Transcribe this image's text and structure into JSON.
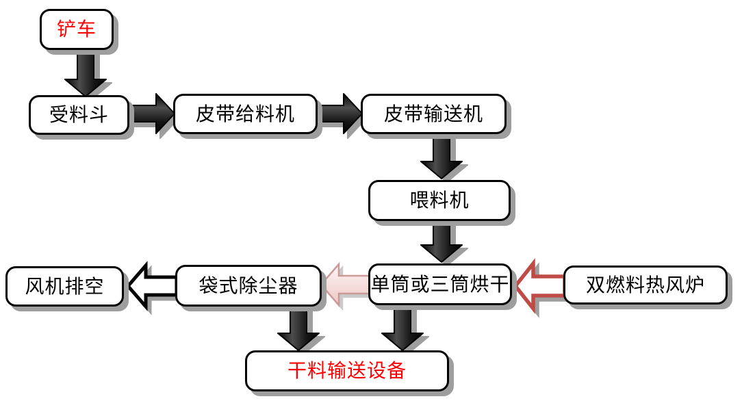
{
  "diagram": {
    "type": "flowchart",
    "language": "zh-CN",
    "nodes": [
      {
        "id": "loader",
        "label": "铲车",
        "emphasis": "red"
      },
      {
        "id": "hopper",
        "label": "受料斗",
        "emphasis": "black"
      },
      {
        "id": "belt-feeder",
        "label": "皮带给料机",
        "emphasis": "black"
      },
      {
        "id": "belt-conveyor",
        "label": "皮带输送机",
        "emphasis": "black"
      },
      {
        "id": "feeder",
        "label": "喂料机",
        "emphasis": "black"
      },
      {
        "id": "dryer",
        "label": "单筒或三筒烘干",
        "emphasis": "black"
      },
      {
        "id": "hot-air-furnace",
        "label": "双燃料热风炉",
        "emphasis": "black"
      },
      {
        "id": "bag-filter",
        "label": "袋式除尘器",
        "emphasis": "black"
      },
      {
        "id": "fan-exhaust",
        "label": "风机排空",
        "emphasis": "black"
      },
      {
        "id": "dry-material-conveyor",
        "label": "干料输送设备",
        "emphasis": "red"
      }
    ],
    "edges": [
      {
        "from": "loader",
        "to": "hopper",
        "style": "solid-black",
        "direction": "down"
      },
      {
        "from": "hopper",
        "to": "belt-feeder",
        "style": "solid-black",
        "direction": "right"
      },
      {
        "from": "belt-feeder",
        "to": "belt-conveyor",
        "style": "solid-black",
        "direction": "right"
      },
      {
        "from": "belt-conveyor",
        "to": "feeder",
        "style": "solid-black",
        "direction": "down"
      },
      {
        "from": "feeder",
        "to": "dryer",
        "style": "solid-black",
        "direction": "down"
      },
      {
        "from": "hot-air-furnace",
        "to": "dryer",
        "style": "hollow-red",
        "direction": "left"
      },
      {
        "from": "dryer",
        "to": "bag-filter",
        "style": "pink",
        "direction": "left"
      },
      {
        "from": "bag-filter",
        "to": "fan-exhaust",
        "style": "hollow-black",
        "direction": "left"
      },
      {
        "from": "bag-filter",
        "to": "dry-material-conveyor",
        "style": "solid-black",
        "direction": "down"
      },
      {
        "from": "dryer",
        "to": "dry-material-conveyor",
        "style": "solid-black",
        "direction": "down"
      }
    ],
    "colors": {
      "background": "#ffffff",
      "box_fill": "#ffffff",
      "box_border": "#000000",
      "text": "#000000",
      "red_text": "#ff0000",
      "shadow": "#9e9e9e",
      "solid_arrow_dark": "#000000",
      "solid_arrow_light": "#4d4d4d",
      "hollow_fill": "#ffffff",
      "hollow_black_stroke": "#000000",
      "red_arrow_stroke": "#bf4b47",
      "pink_fill_light": "#fdf6f6",
      "pink_fill_dark": "#ecc7c5",
      "pink_stroke": "#cb9a98"
    }
  }
}
